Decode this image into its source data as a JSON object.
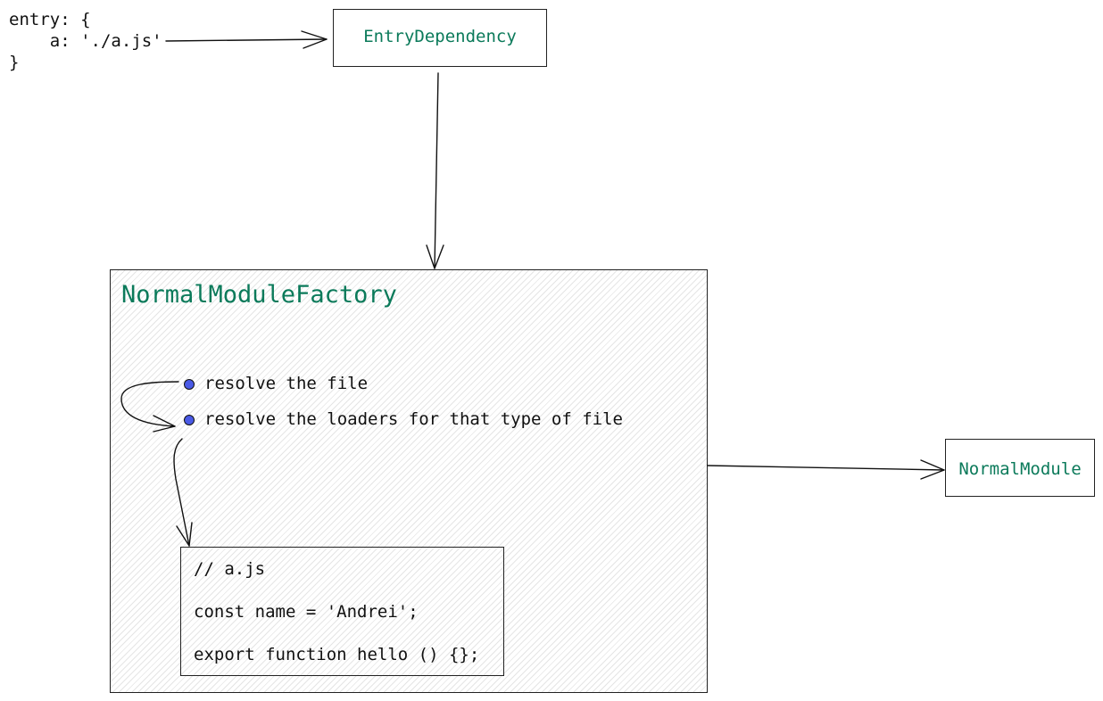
{
  "colors": {
    "label": "#0b7a5a",
    "dot": "#4a5ae6",
    "stroke": "#222222"
  },
  "entry_config": {
    "lines": [
      "entry: {",
      "    a: './a.js'",
      "}"
    ]
  },
  "entry_dependency": {
    "label": "EntryDependency"
  },
  "factory": {
    "title": "NormalModuleFactory",
    "steps": [
      "resolve the file",
      "resolve the loaders for that type of file"
    ],
    "code": {
      "lines": [
        "// a.js",
        "const name = 'Andrei';",
        "export function hello () {};"
      ]
    }
  },
  "normal_module": {
    "label": "NormalModule"
  },
  "icons": {
    "step_bullet": "bullet-dot-icon",
    "arrow": "arrow-icon"
  }
}
